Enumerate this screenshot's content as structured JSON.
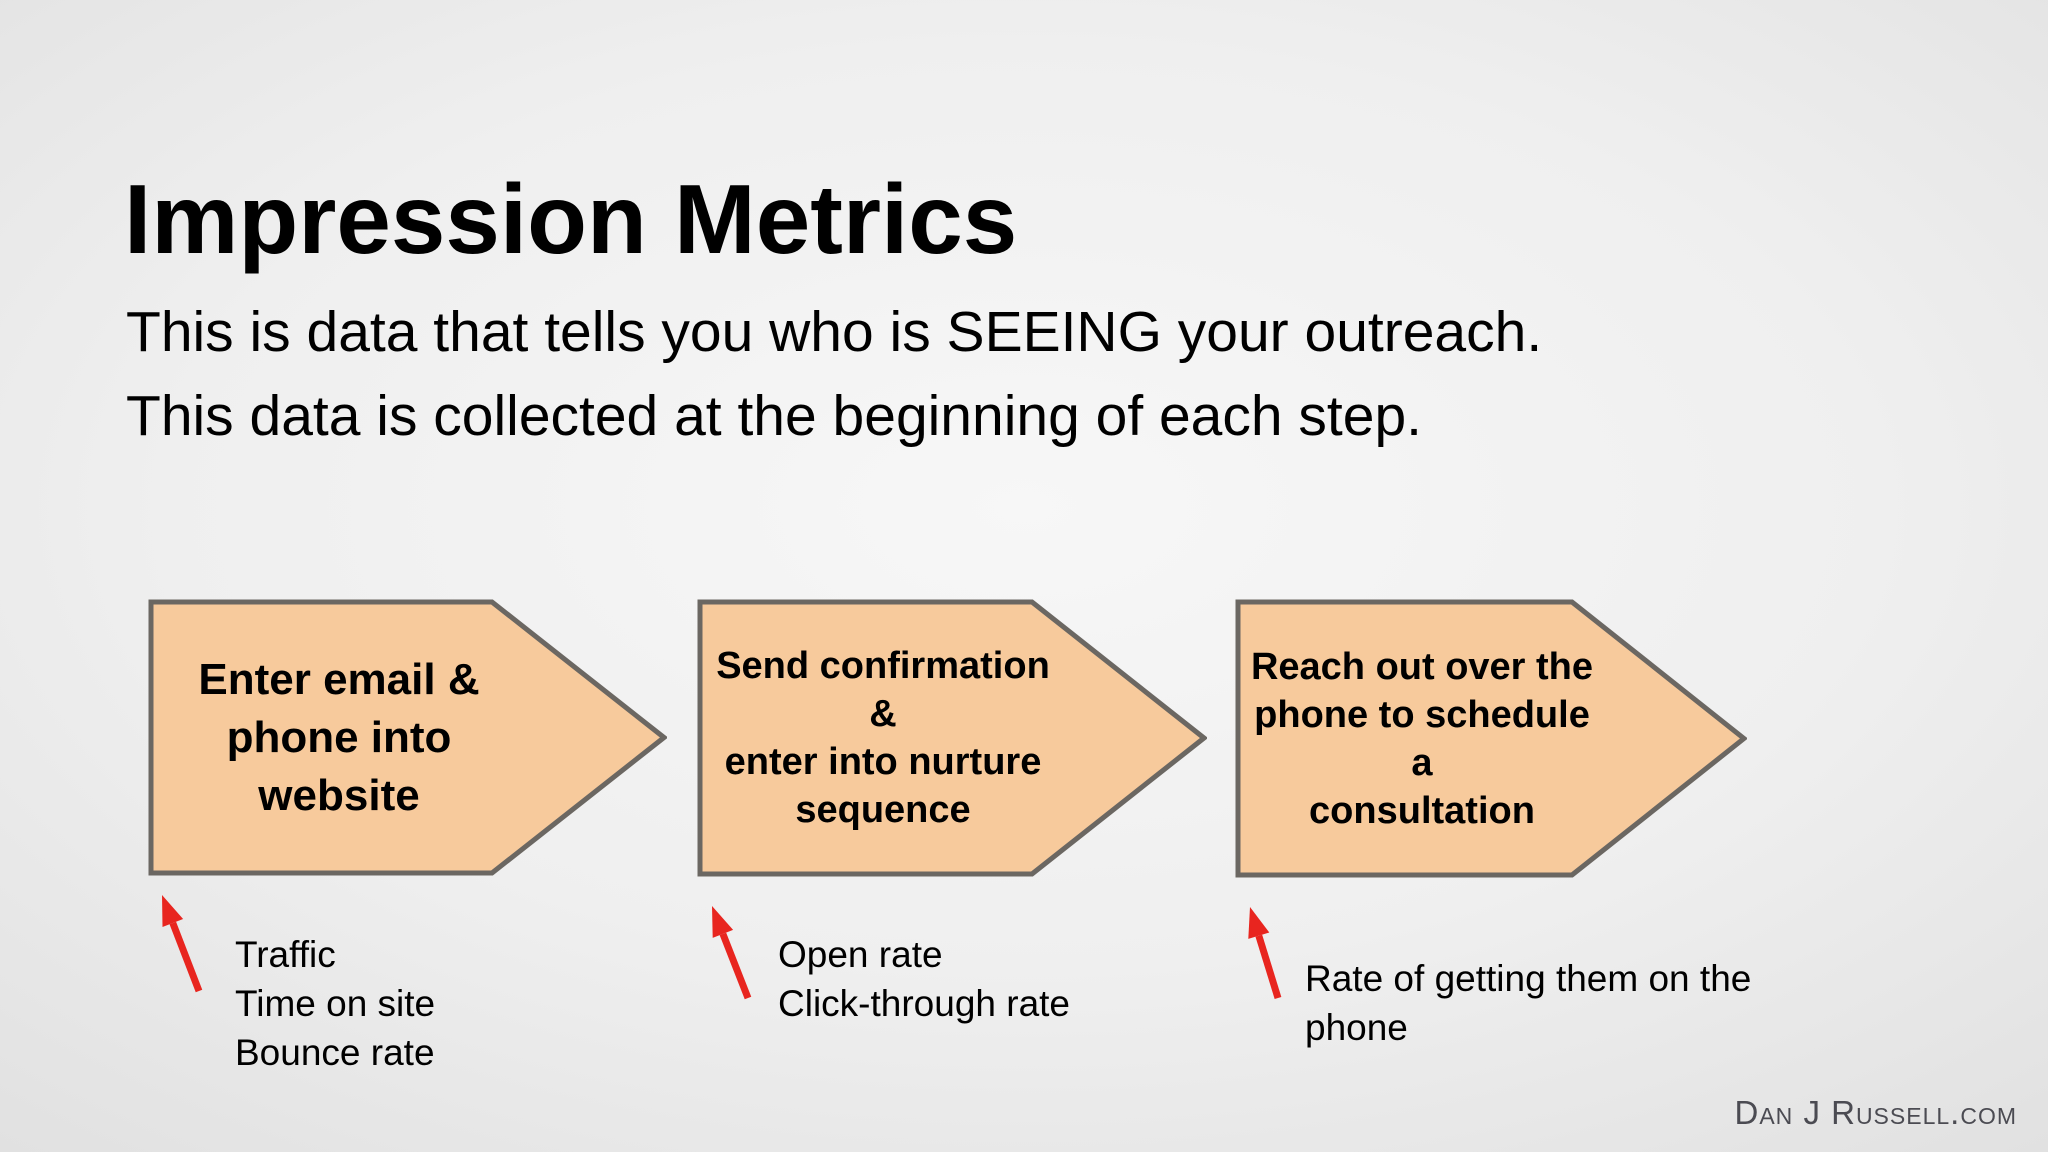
{
  "slide": {
    "title": "Impression Metrics",
    "subtitle_lines": [
      "This is data that tells you who is SEEING your outreach.",
      "This data is collected at the beginning of each step."
    ],
    "steps": [
      {
        "label": "Enter email & phone into website",
        "label_lines": [
          "Enter email &",
          "phone into",
          "website"
        ],
        "metric_lines": [
          "Traffic",
          "Time on site",
          "Bounce rate"
        ]
      },
      {
        "label": "Send confirmation & enter into nurture sequence",
        "label_lines": [
          "Send confirmation &",
          "enter into nurture",
          "sequence"
        ],
        "metric_lines": [
          "Open rate",
          "Click-through rate"
        ]
      },
      {
        "label": "Reach out over the phone to schedule a consultation",
        "label_lines": [
          "Reach out over the",
          "phone to schedule a",
          "consultation"
        ],
        "metric_lines": [
          "Rate of getting them on the",
          "phone"
        ]
      }
    ],
    "watermark": "Dan J Russell.com",
    "colors": {
      "shape_fill": "#F7CA9C",
      "shape_border": "#6B6762",
      "arrow_red": "#E8251F",
      "text": "#000000",
      "watermark": "#4B4B52"
    }
  }
}
